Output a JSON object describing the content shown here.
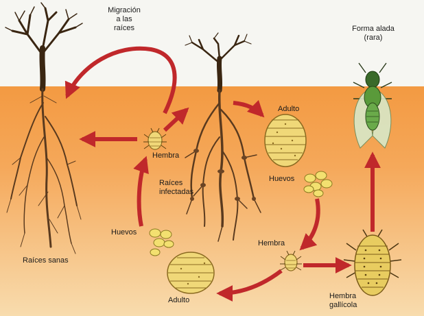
{
  "labels": {
    "migration": "Migración\na las\nraíces",
    "winged": "Forma alada\n(rara)",
    "adult_top": "Adulto",
    "female_center": "Hembra",
    "infected_roots": "Raíces\ninfectadas",
    "eggs_right": "Huevos",
    "eggs_left": "Huevos",
    "female_right": "Hembra",
    "healthy_roots": "Raíces sanas",
    "adult_bottom": "Adulto",
    "gall_female": "Hembra\ngallícola"
  },
  "colors": {
    "sky": "#f6f6f2",
    "soil_top": "#f5a04c",
    "soil_bottom": "#f8d9a8",
    "arrow": "#c0282b",
    "insect_body": "#f0d878",
    "insect_outline": "#8a6a20",
    "egg": "#f3e070",
    "winged_body": "#5a9a3a",
    "root": "#5a3a1e"
  }
}
